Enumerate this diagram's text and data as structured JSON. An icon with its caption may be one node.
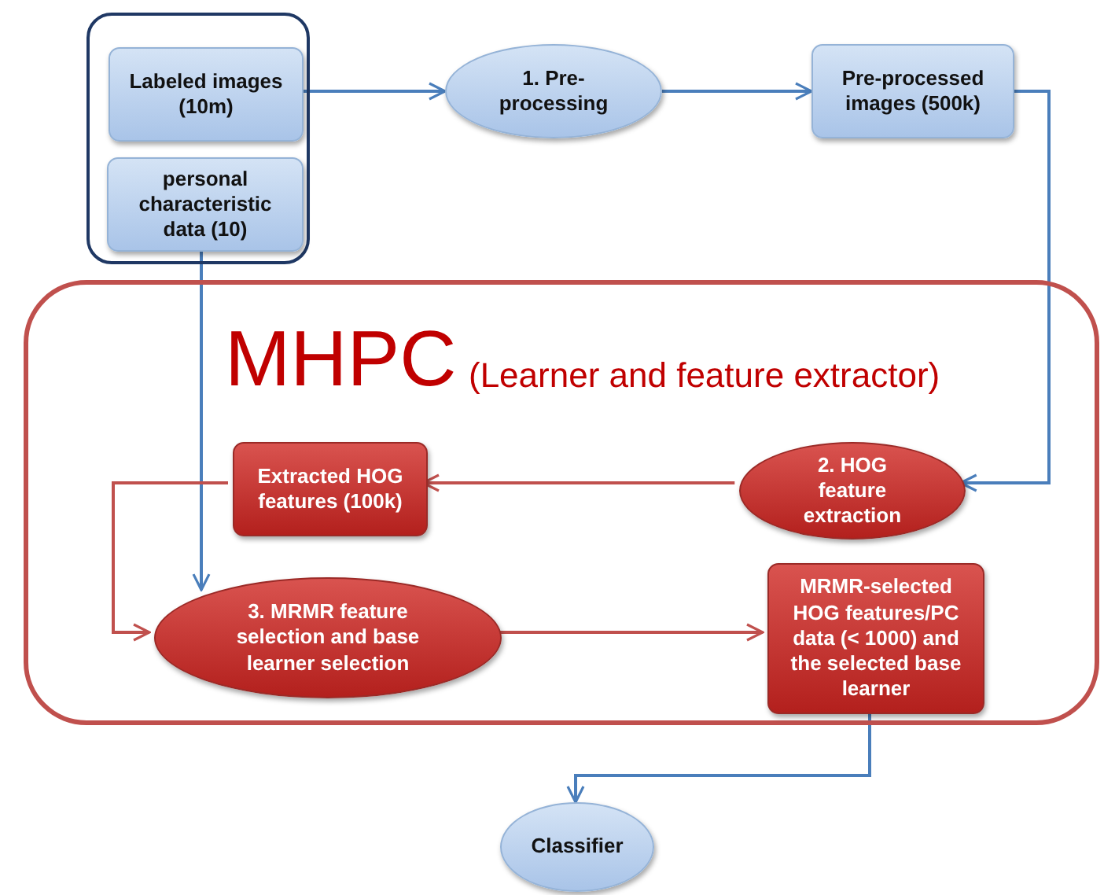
{
  "diagram": {
    "nodes": [
      {
        "text": [],
        "shape": "box"
      },
      {
        "text": [
          "Labeled images (10m)"
        ],
        "in": 0
      },
      {
        "text": [
          "personal characteristic data (10)"
        ],
        "in": 0
      },
      {
        "text": [
          "1. Pre-processing"
        ]
      },
      {
        "text": [
          "Pre-processed images (500k)"
        ]
      },
      {
        "text": [
          "MHPC",
          "(Learner and feature extractor)"
        ]
      },
      {
        "text": [
          "Extracted HOG features (100k)"
        ],
        "in": 5
      },
      {
        "text": [
          "2. HOG feature extraction"
        ],
        "in": 5
      },
      {
        "text": [
          "3. MRMR feature selection and base learner selection"
        ],
        "in": 5
      },
      {
        "text": [
          "MRMR-selected HOG features/PC data (< 1000) and the selected base learner"
        ],
        "in": 5
      },
      {
        "text": [
          "Classifier"
        ]
      }
    ],
    "edges": [
      {
        "from": 1,
        "to": 3,
        "arrow": "to"
      },
      {
        "from": 3,
        "to": 4,
        "arrow": "to"
      },
      {
        "from": 4,
        "to": 7,
        "arrow": "to"
      },
      {
        "from": 2,
        "to": 8,
        "arrow": "to"
      },
      {
        "from": 7,
        "to": 6,
        "arrow": "to",
        "color": "#c0504d"
      },
      {
        "from": 6,
        "to": 8,
        "arrow": "to",
        "color": "#c0504d"
      },
      {
        "from": 8,
        "to": 9,
        "arrow": "to",
        "color": "#c0504d"
      },
      {
        "from": 9,
        "to": 10,
        "arrow": "to"
      }
    ]
  }
}
